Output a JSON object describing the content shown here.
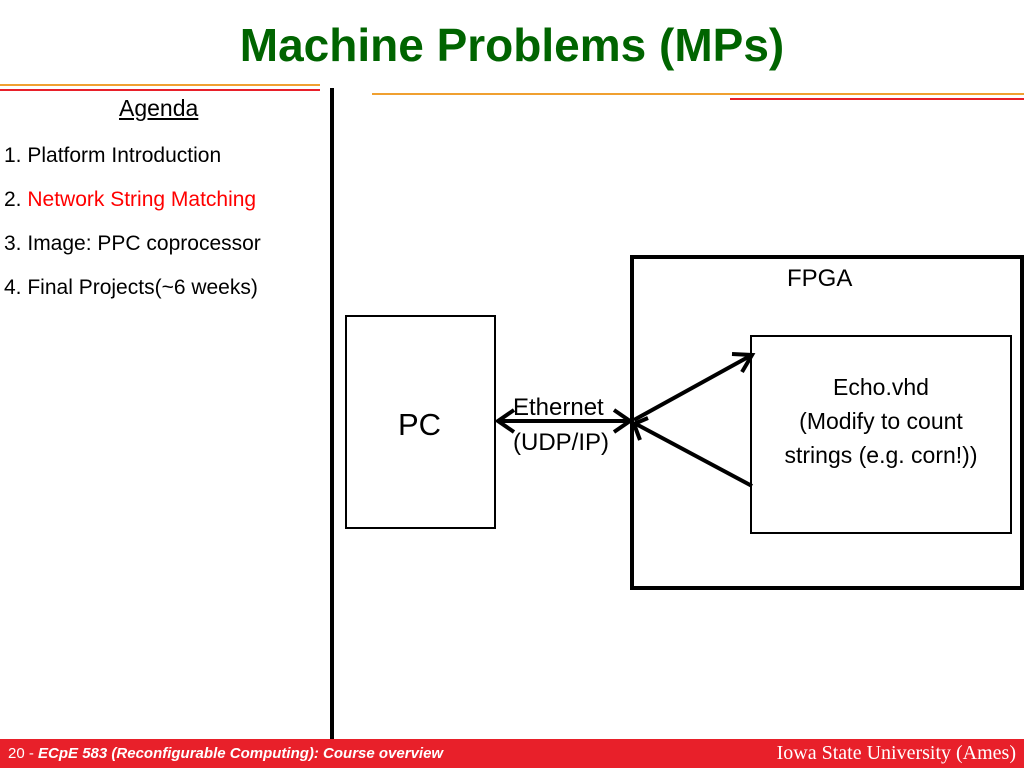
{
  "slide": {
    "title": "Machine Problems (MPs)"
  },
  "agenda": {
    "heading": "Agenda",
    "items": [
      {
        "number": "1.",
        "text": "Platform Introduction",
        "color": "#000000"
      },
      {
        "number": "2.",
        "text": "Network String Matching",
        "color": "#ff0000"
      },
      {
        "number": "3.",
        "text": "Image: PPC coprocessor",
        "color": "#000000"
      },
      {
        "number": "4.",
        "text": "Final Projects(~6 weeks)",
        "color": "#000000"
      }
    ]
  },
  "diagram": {
    "pc_label": "PC",
    "link_label_1": "Ethernet",
    "link_label_2": "(UDP/IP)",
    "fpga_label": "FPGA",
    "echo_lines": [
      "Echo.vhd",
      "(Modify to count",
      "strings (e.g. corn!))"
    ]
  },
  "footer": {
    "page": "20",
    "separator": " - ",
    "course": "ECpE 583 (Reconfigurable Computing): Course overview",
    "institution": "Iowa State University (Ames)"
  },
  "colors": {
    "title": "#006400",
    "footer_bg": "#e8202a",
    "accent_orange": "#f0a030",
    "highlight": "#ff0000"
  }
}
